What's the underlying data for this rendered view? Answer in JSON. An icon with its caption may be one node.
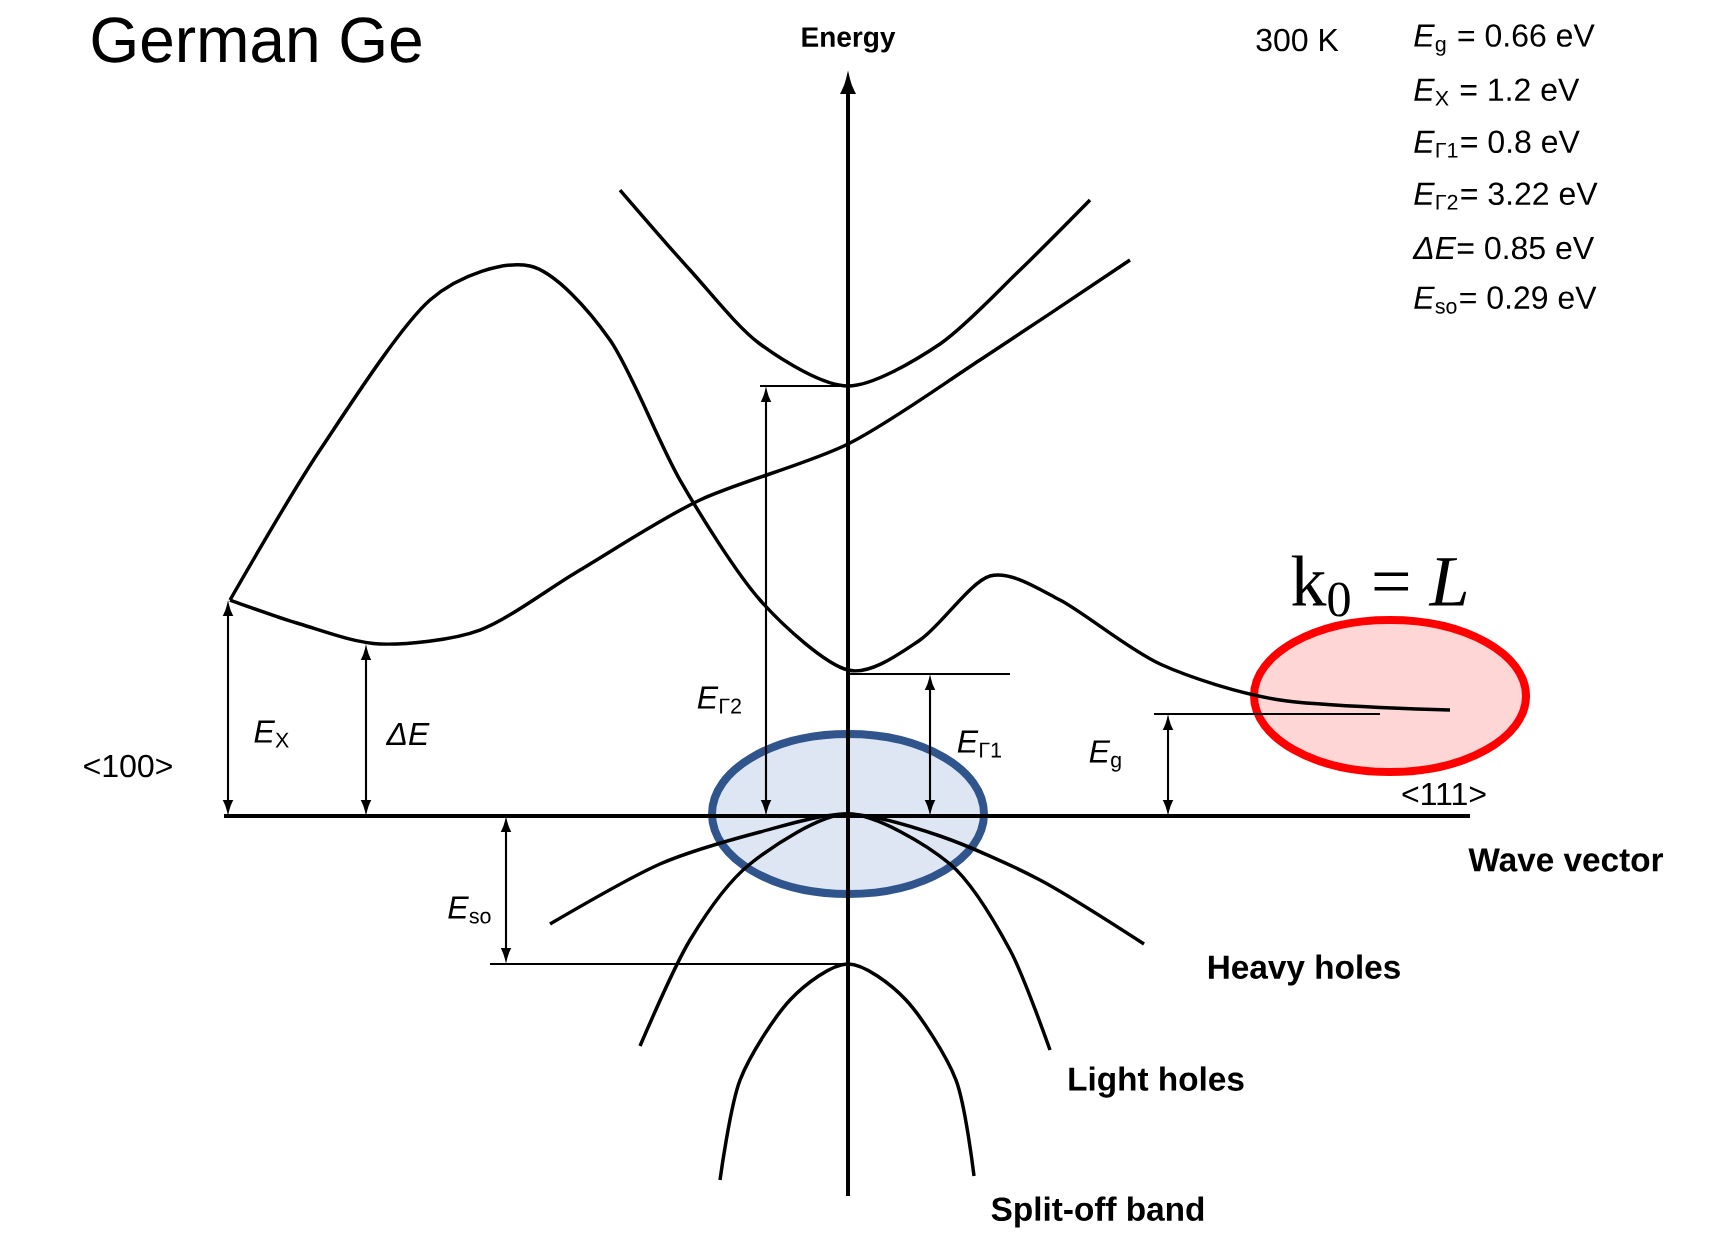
{
  "diagram": {
    "title": "German Ge",
    "labels": [
      "Energy",
      "300 K",
      "*E*$_{g}$ = 0.66 eV",
      "*E*$_{X}$ = 1.2 eV",
      "*E*$_{Γ1}$= 0.8 eV",
      "*E*$_{Γ2}$= 3.22 eV",
      "*ΔE*= 0.85 eV",
      "*E*$_{so}$= 0.29 eV",
      "k$_{0}$ = *L*",
      "*E*$_{Γ2}$",
      "<100>",
      "*E*$_{X}$",
      "*ΔE*",
      "*E*$_{Γ1}$",
      "*E*$_{g}$",
      "<111>",
      "Wave vector",
      "*E*$_{so}$",
      "Heavy holes",
      "Light holes",
      "Split-off band"
    ]
  }
}
